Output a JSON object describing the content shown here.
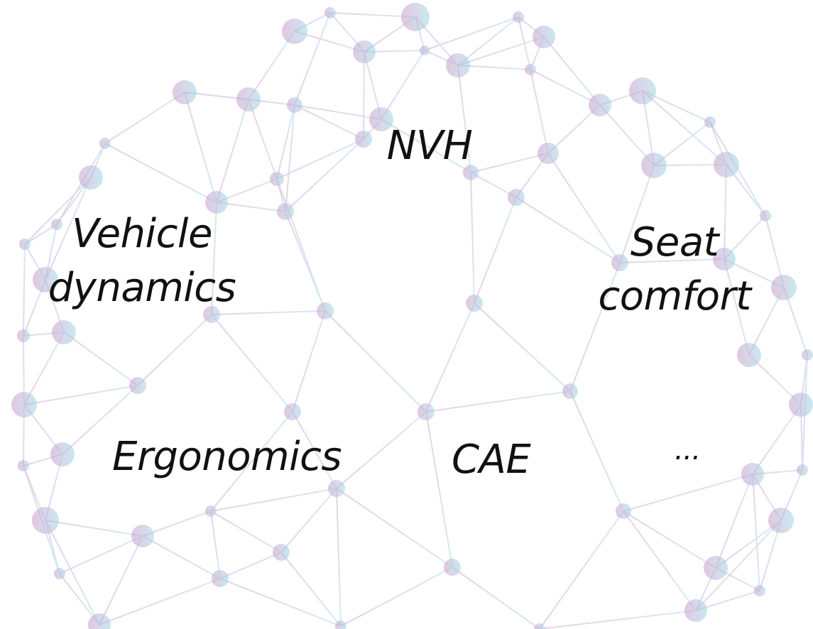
{
  "labels": {
    "nvh": "NVH",
    "vehicle_dynamics": [
      "Vehicle",
      "dynamics"
    ],
    "seat_comfort": [
      "Seat",
      "comfort"
    ],
    "ergonomics": "Ergonomics",
    "cae": "CAE",
    "more": "..."
  },
  "colors": {
    "background": "#ffffff",
    "text": "#111111",
    "network_left": "#c89ac8",
    "network_mid": "#b4b4d6",
    "network_right": "#9adbe6"
  }
}
